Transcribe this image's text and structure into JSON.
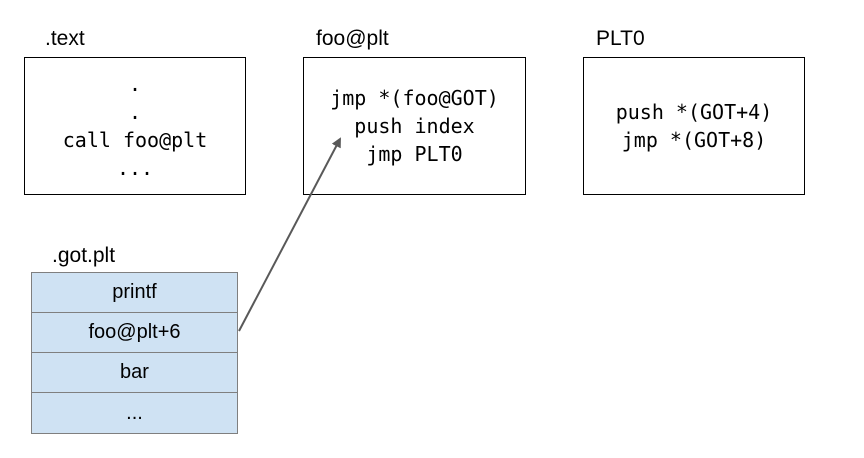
{
  "text_section": {
    "label": ".text",
    "lines": [
      ".",
      ".",
      "call foo@plt",
      "..."
    ]
  },
  "plt_entry": {
    "label": "foo@plt",
    "lines": [
      "jmp *(foo@GOT)",
      "push index",
      "jmp PLT0"
    ]
  },
  "plt0": {
    "label": "PLT0",
    "lines": [
      "push *(GOT+4)",
      "jmp *(GOT+8)"
    ]
  },
  "got_plt": {
    "label": ".got.plt",
    "entries": [
      "printf",
      "foo@plt+6",
      "bar",
      "..."
    ]
  },
  "colors": {
    "got_cell_fill": "#cfe2f3",
    "arrow": "#595959"
  }
}
